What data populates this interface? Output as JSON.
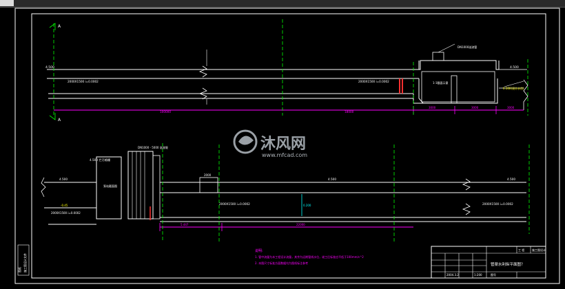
{
  "window": {
    "topbar_tab_label": ""
  },
  "colors": {
    "frame": "#ffffff",
    "dimension": "#ff00ff",
    "axis": "#00ff00",
    "annotation": "#ffff00",
    "wall_red": "#ff3030",
    "watermark": "#9aa0a6",
    "watermark_accent": "#b0b6bc"
  },
  "watermark": {
    "brand": "沐风网",
    "url": "www.mfcad.com"
  },
  "notes": {
    "title": "说明:",
    "line1": "1. 管中流量为本工程设计流量，其余为远期管线水位，竣工后标准应不低于100mm/s^2",
    "line2": "2. 本图尺寸标准方面数据均为图纸标注参考"
  },
  "title_block": {
    "drawing_title": "管渠水利纵平面图？",
    "date": "2004.3.2",
    "scale": "1:200",
    "sheet_label": "图号",
    "project_cell": "工 程",
    "stage_cell": "施工图设计"
  },
  "upper_profile": {
    "section_mark": "A",
    "left_level": "4.500",
    "pipe_label_left": "2000X1500 i=0.0002",
    "pipe_label_right": "2000X1500 i=0.0002",
    "length_total": "100000",
    "length_mid": "18000",
    "box_dims": [
      "3000",
      "3000",
      "3000"
    ],
    "right_level": "4.500",
    "box_label": "1-1截面示意",
    "chamber_label": "DN1000溢流管",
    "chamber_level": "0.500(设计水位)"
  },
  "lower_profile": {
    "left_top_label": "4.500 拦污格栅",
    "left_structure_label": "泵站截面图",
    "grille_label": "DN1000 - 5000 溢流堰",
    "pipe_label_mid": "2000X1500 i=0.0002",
    "pipe_label_right": "2000X1500 i=0.0002",
    "lengths": [
      "5.447",
      "22000"
    ],
    "level_left": "4.500",
    "level_mid": "4.500",
    "level_right": "4.500",
    "left_level_b": "-0.45",
    "left_pipe_label": "2000X1500 i=0.0002",
    "small_box_label": "2000",
    "vertical_dim": "0.200"
  },
  "margin_stamp": {
    "line1": "图纸",
    "line2": "施工图设计文件"
  }
}
